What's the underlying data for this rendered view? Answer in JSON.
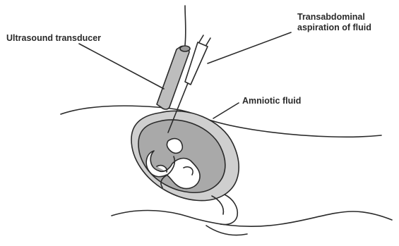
{
  "labels": {
    "ultrasound_transducer": "Ultrasound transducer",
    "transabdominal_line1": "Transabdominal",
    "transabdominal_line2": "aspiration of fluid",
    "amniotic_fluid": "Amniotic fluid"
  },
  "colors": {
    "ink": "#2a2a2a",
    "uterus_fill": "#cfcfcf",
    "fluid_fill": "#a9a9a9",
    "transducer_fill": "#bdbdbd",
    "background": "#ffffff"
  }
}
